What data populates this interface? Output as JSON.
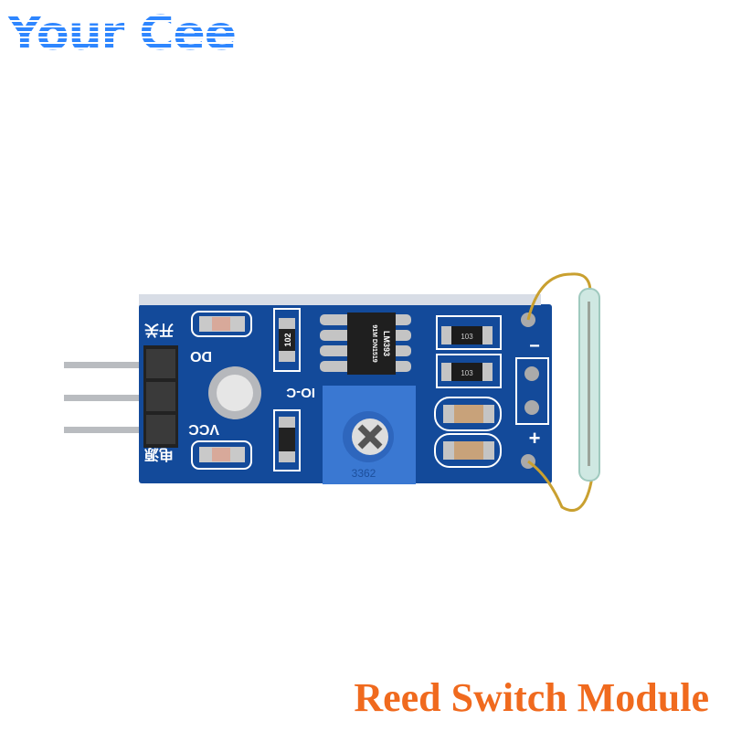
{
  "logo": {
    "text": "Your Cee"
  },
  "caption": "Reed Switch Module",
  "board": {
    "silkscreen": {
      "switch_label": "开关",
      "do_label": "DO",
      "vcc_label": "VCC",
      "power_label": "电源",
      "io_label": "IO-C",
      "plus": "+",
      "minus": "−"
    },
    "chip_marking": "LM393",
    "chip_sub": "91M DN1519",
    "resistor_top_code": "103",
    "resistor_mid_code": "103",
    "resistor_left_code": "102",
    "potentiometer_code": "3362"
  },
  "colors": {
    "pcb": "#134a9a",
    "logo": "#2e86ff",
    "caption": "#f06a1e",
    "gold": "#c9a030"
  }
}
